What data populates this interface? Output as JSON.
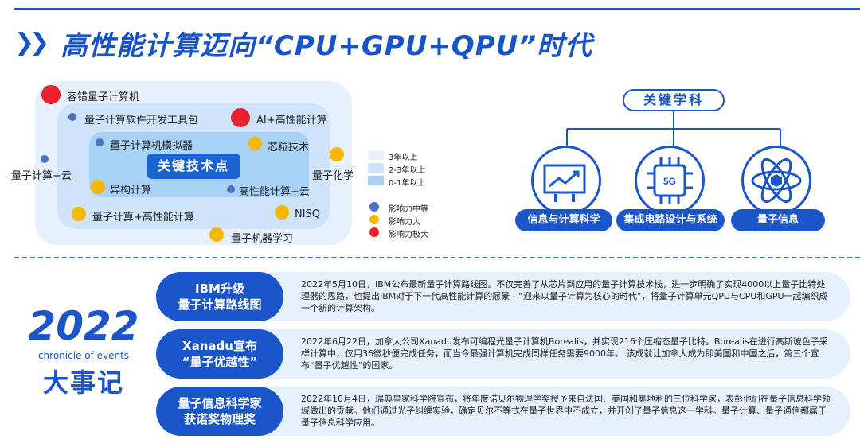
{
  "title": "高性能计算迈向“CPU+GPU+QPU”时代",
  "tech_diagram": {
    "core": "关键技术点",
    "items": [
      {
        "label": "容错量子计算机",
        "impact": "high"
      },
      {
        "label": "量子计算软件开发工具包",
        "impact": "medium"
      },
      {
        "label": "AI+高性能计算",
        "impact": "high"
      },
      {
        "label": "量子计算机模拟器",
        "impact": "medium"
      },
      {
        "label": "芯粒技术",
        "impact": "large"
      },
      {
        "label": "量子计算+云",
        "impact": "medium"
      },
      {
        "label": "量子化学",
        "impact": "large"
      },
      {
        "label": "异构计算",
        "impact": "large"
      },
      {
        "label": "高性能计算+云",
        "impact": "medium"
      },
      {
        "label": "量子计算+高性能计算",
        "impact": "large"
      },
      {
        "label": "NISQ",
        "impact": "large"
      },
      {
        "label": "量子机器学习",
        "impact": "large"
      }
    ],
    "legend_time": [
      "3年以上",
      "2-3年以上",
      "0-1年以上"
    ],
    "legend_impact": [
      "影响力中等",
      "影响力大",
      "影响力极大"
    ],
    "colors": {
      "outer": "#e6f1fd",
      "mid": "#cfe4fb",
      "inner": "#a9d2f7",
      "red": "#e8202c",
      "yellow": "#f5b800",
      "blue": "#4a72bf"
    }
  },
  "disciplines": {
    "title": "关键学科",
    "items": [
      {
        "label": "信息与计算科学",
        "icon": "chart-board-icon"
      },
      {
        "label": "集成电路设计与系统",
        "icon": "chip-5g-icon",
        "chip_text": "5G"
      },
      {
        "label": "量子信息",
        "icon": "atom-icon"
      }
    ]
  },
  "events": {
    "year": "2022",
    "subtitle": "chronicle of events",
    "heading": "大事记",
    "items": [
      {
        "label": "IBM升级\n量子计算路线图",
        "text": "2022年5月10日，IBM公布最新量子计算路线图。不仅完善了从芯片到应用的量子计算技术栈，进一步明确了实现4000以上量子比特处理器的思路，也提出IBM对于下一代高性能计算的愿景 - “迎来以量子计算为核心的时代”，将量子计算单元QPU与CPU和GPU一起编织成一个新的计算架构。"
      },
      {
        "label": "Xanadu宣布\n“量子优越性”",
        "text": "2022年6月22日，加拿大公司Xanadu发布可编程光量子计算机Borealis，并实现216个压缩态量子比特。Borealis在进行高斯玻色子采样计算中，仅用36微秒便完成任务，而当今最强计算机完成同样任务需要9000年。 该成就让加拿大成为即美国和中国之后，第三个宣布“量子优越性”的国家。"
      },
      {
        "label": "量子信息科学家\n获诺奖物理奖",
        "text": "2022年10月4日，瑞典皇家科学院宣布，将年度诺贝尔物理学奖授予来自法国、美国和奥地利的三位科学家，表彰他们在量子信息科学领域做出的贡献。他们通过光子纠缠实验，确定贝尔不等式在量子世界中不成立，并开创了量子信息这一学科。量子计算、量子通信都属于量子信息科学应用。"
      }
    ]
  }
}
